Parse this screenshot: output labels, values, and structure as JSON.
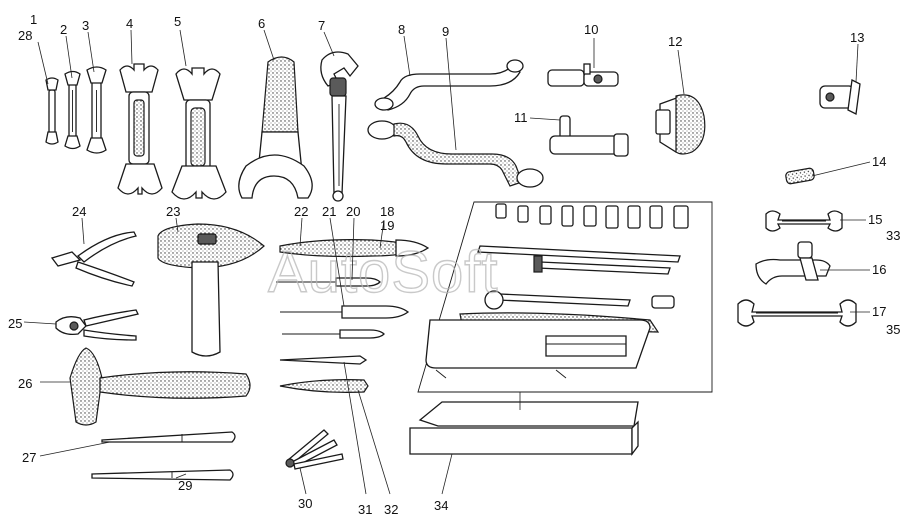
{
  "watermark": "AutoSoft",
  "labels": {
    "l1": "1",
    "l28": "28",
    "l2": "2",
    "l3": "3",
    "l4": "4",
    "l5": "5",
    "l6": "6",
    "l7": "7",
    "l8": "8",
    "l9": "9",
    "l10": "10",
    "l11": "11",
    "l12": "12",
    "l13": "13",
    "l14": "14",
    "l15": "15",
    "l33": "33",
    "l16": "16",
    "l17": "17",
    "l35": "35",
    "l18": "18",
    "l19": "19",
    "l20": "20",
    "l21": "21",
    "l22": "22",
    "l23": "23",
    "l24": "24",
    "l25": "25",
    "l26": "26",
    "l27": "27",
    "l29": "29",
    "l30": "30",
    "l31": "31",
    "l32": "32",
    "l34": "34"
  }
}
